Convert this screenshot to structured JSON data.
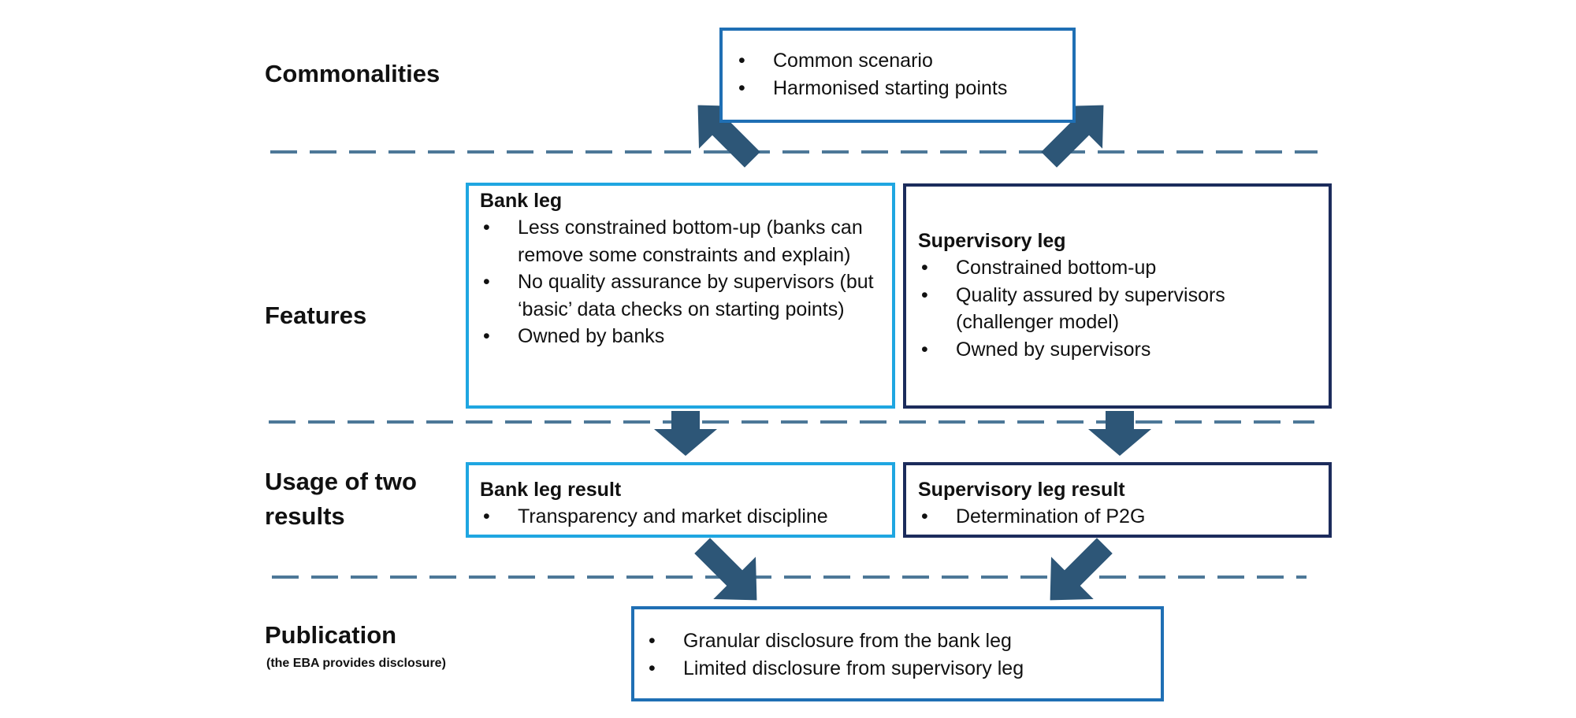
{
  "row_labels": {
    "commonalities": "Commonalities",
    "features": "Features",
    "usage": "Usage of two results",
    "publication": "Publication",
    "publication_note": "(the EBA provides disclosure)"
  },
  "commonalities_box": {
    "items": [
      "Common scenario",
      "Harmonised starting points"
    ]
  },
  "bank_leg": {
    "title": "Bank leg",
    "items": [
      "Less constrained bottom-up (banks can remove some constraints and explain)",
      "No quality assurance by supervisors (but ‘basic’ data checks on starting points)",
      "Owned by banks"
    ]
  },
  "supervisory_leg": {
    "title": "Supervisory leg",
    "items": [
      "Constrained bottom-up",
      "Quality assured by supervisors (challenger model)",
      "Owned by supervisors"
    ]
  },
  "bank_leg_result": {
    "title": "Bank leg result",
    "items": [
      "Transparency and market discipline"
    ]
  },
  "supervisory_leg_result": {
    "title": "Supervisory leg result",
    "items": [
      "Determination of P2G"
    ]
  },
  "publication_box": {
    "items": [
      "Granular disclosure from the bank leg",
      "Limited disclosure from supervisory leg"
    ]
  },
  "colors": {
    "light_border": "#1fa6e1",
    "dark_border": "#1c2c5c",
    "mid_border": "#1f6fb4",
    "arrow": "#2d5677",
    "dash": "#4d7898"
  }
}
